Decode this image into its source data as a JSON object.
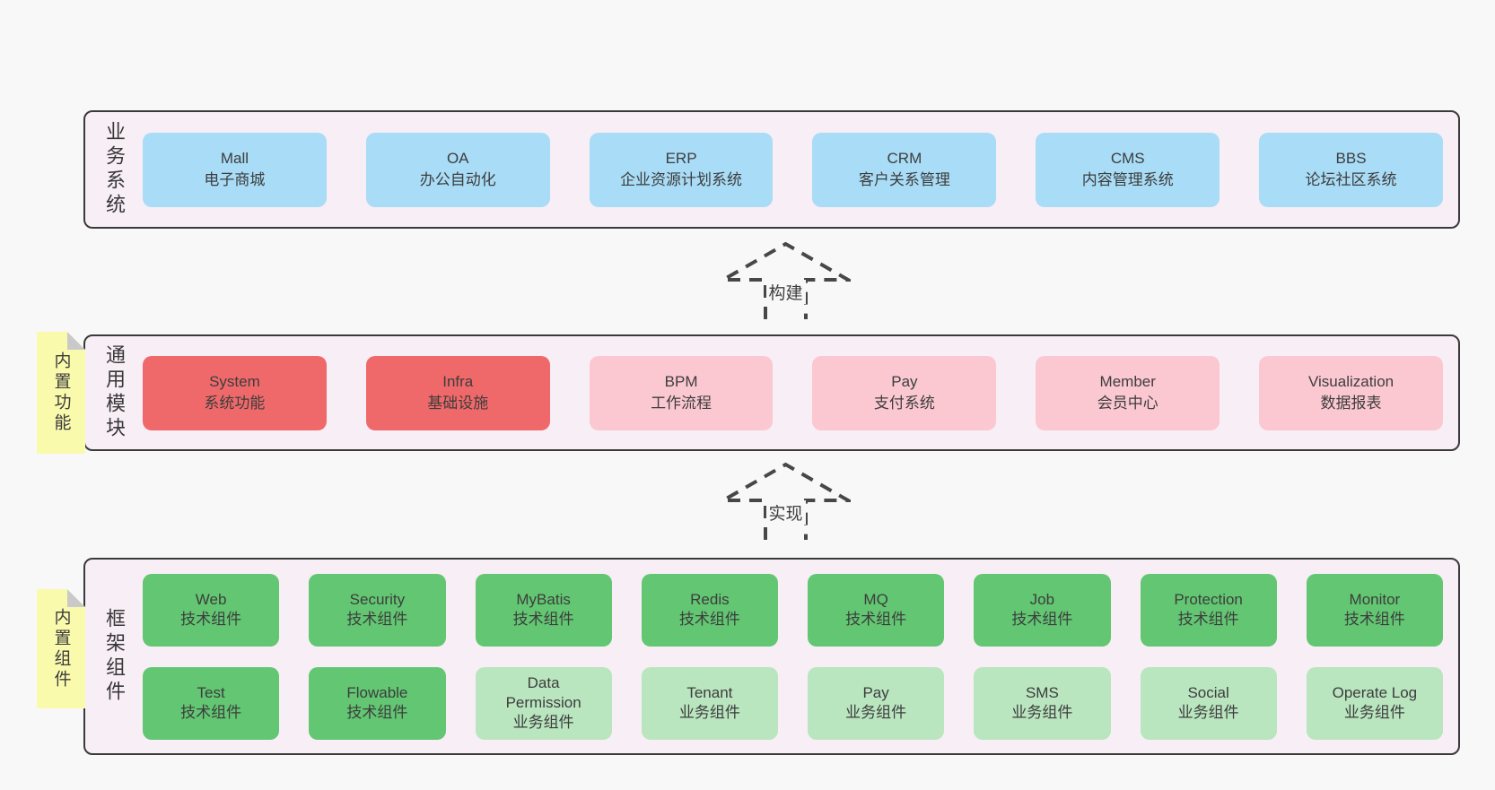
{
  "colors": {
    "page_bg": "#f8f8f8",
    "layer_bg": "#f8eef6",
    "layer_border": "#3a3a3a",
    "blue": "#a9dcf6",
    "red": "#f0696a",
    "pink": "#fbc8d2",
    "green": "#62c672",
    "green_light": "#b9e5bf",
    "yellow": "#fafaad",
    "fold_gray": "#c9c9c9",
    "text": "#3d3d3d"
  },
  "arrows": [
    {
      "label": "构建"
    },
    {
      "label": "实现"
    }
  ],
  "layers": [
    {
      "title": "业务系统",
      "note": null,
      "rows": [
        [
          {
            "name": "Mall",
            "desc": "电子商城",
            "variant": "blue"
          },
          {
            "name": "OA",
            "desc": "办公自动化",
            "variant": "blue"
          },
          {
            "name": "ERP",
            "desc": "企业资源计划系统",
            "variant": "blue"
          },
          {
            "name": "CRM",
            "desc": "客户关系管理",
            "variant": "blue"
          },
          {
            "name": "CMS",
            "desc": "内容管理系统",
            "variant": "blue"
          },
          {
            "name": "BBS",
            "desc": "论坛社区系统",
            "variant": "blue"
          }
        ]
      ]
    },
    {
      "title": "通用模块",
      "note": "内置功能",
      "rows": [
        [
          {
            "name": "System",
            "desc": "系统功能",
            "variant": "red"
          },
          {
            "name": "Infra",
            "desc": "基础设施",
            "variant": "red"
          },
          {
            "name": "BPM",
            "desc": "工作流程",
            "variant": "pink"
          },
          {
            "name": "Pay",
            "desc": "支付系统",
            "variant": "pink"
          },
          {
            "name": "Member",
            "desc": "会员中心",
            "variant": "pink"
          },
          {
            "name": "Visualization",
            "desc": "数据报表",
            "variant": "pink"
          }
        ]
      ]
    },
    {
      "title": "框架组件",
      "note": "内置组件",
      "rows": [
        [
          {
            "name": "Web",
            "desc": "技术组件",
            "variant": "green"
          },
          {
            "name": "Security",
            "desc": "技术组件",
            "variant": "green"
          },
          {
            "name": "MyBatis",
            "desc": "技术组件",
            "variant": "green"
          },
          {
            "name": "Redis",
            "desc": "技术组件",
            "variant": "green"
          },
          {
            "name": "MQ",
            "desc": "技术组件",
            "variant": "green"
          },
          {
            "name": "Job",
            "desc": "技术组件",
            "variant": "green"
          },
          {
            "name": "Protection",
            "desc": "技术组件",
            "variant": "green"
          },
          {
            "name": "Monitor",
            "desc": "技术组件",
            "variant": "green"
          }
        ],
        [
          {
            "name": "Test",
            "desc": "技术组件",
            "variant": "green"
          },
          {
            "name": "Flowable",
            "desc": "技术组件",
            "variant": "green"
          },
          {
            "name": "Data\nPermission",
            "desc": "业务组件",
            "variant": "green_light"
          },
          {
            "name": "Tenant",
            "desc": "业务组件",
            "variant": "green_light"
          },
          {
            "name": "Pay",
            "desc": "业务组件",
            "variant": "green_light"
          },
          {
            "name": "SMS",
            "desc": "业务组件",
            "variant": "green_light"
          },
          {
            "name": "Social",
            "desc": "业务组件",
            "variant": "green_light"
          },
          {
            "name": "Operate Log",
            "desc": "业务组件",
            "variant": "green_light"
          }
        ]
      ]
    }
  ]
}
